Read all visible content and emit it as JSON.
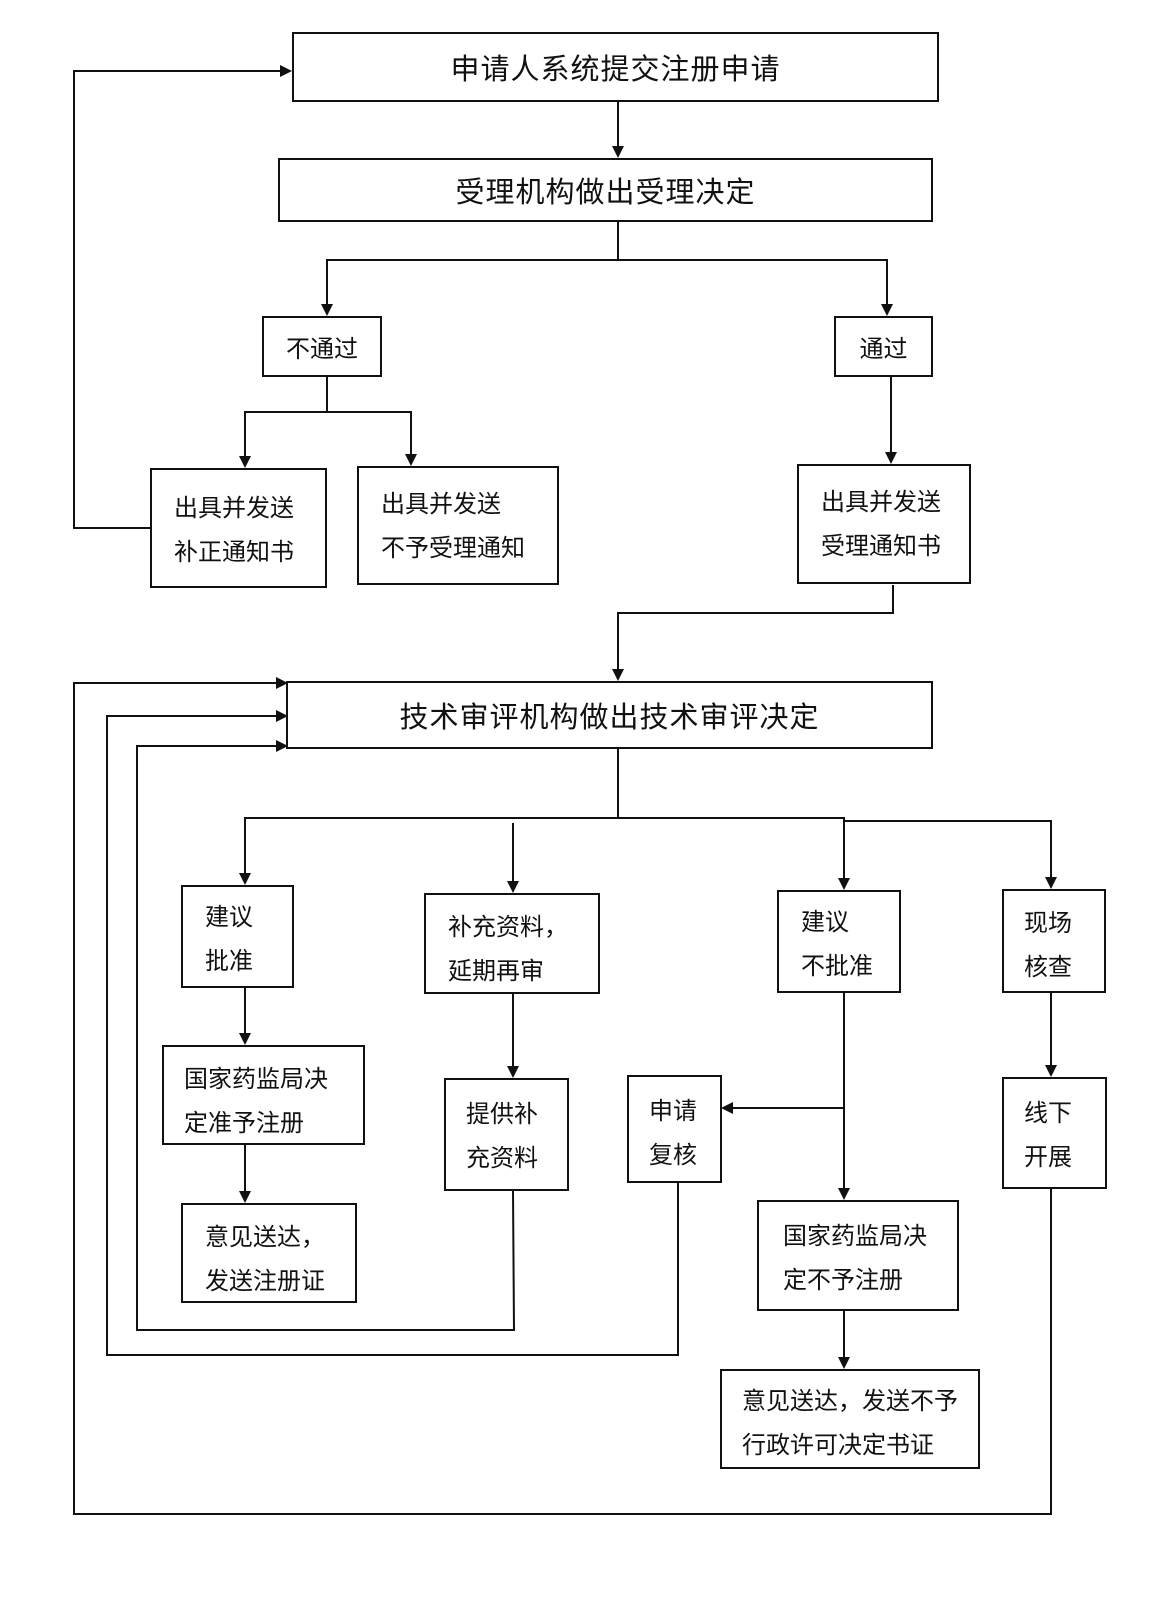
{
  "flow": {
    "submit": "申请人系统提交注册申请",
    "accept_decision": "受理机构做出受理决定",
    "not_pass": "不通过",
    "pass": "通过",
    "supplement_notice": [
      "出具并发送",
      "补正通知书"
    ],
    "reject_notice": [
      "出具并发送",
      "不予受理通知"
    ],
    "accept_notice": [
      "出具并发送",
      "受理通知书"
    ],
    "tech_review": "技术审评机构做出技术审评决定",
    "suggest_approve": [
      "建议",
      "批准"
    ],
    "supplement_delay": [
      "补充资料，",
      "延期再审"
    ],
    "suggest_reject": [
      "建议",
      "不批准"
    ],
    "site_check": [
      "现场",
      "核查"
    ],
    "nmpa_approve": [
      "国家药监局决",
      "定准予注册"
    ],
    "provide_supplement": [
      "提供补",
      "充资料"
    ],
    "apply_recheck": [
      "申请",
      "复核"
    ],
    "offline": [
      "线下",
      "开展"
    ],
    "deliver_cert": [
      "意见送达，",
      "发送注册证"
    ],
    "nmpa_reject": [
      "国家药监局决",
      "定不予注册"
    ],
    "deliver_reject": [
      "意见送达，发送不予",
      "行政许可决定书证"
    ]
  }
}
